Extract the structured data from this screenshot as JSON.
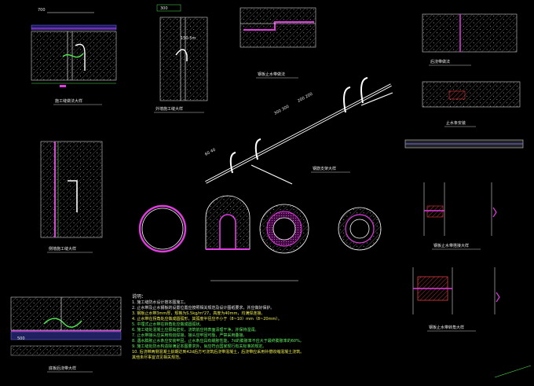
{
  "palette": {
    "background": "#000000",
    "concrete": "#b9b9b9",
    "waterstop": "#e03ce0",
    "rebar": "#e8e8e8",
    "dimension": "#4ee34e",
    "note_white": "#e8e8e8",
    "note_green": "#5ef05e",
    "note_yellow": "#f0f04a",
    "note_cyan": "#7ffbff"
  },
  "dims": {
    "top_label": "700",
    "wb_label": "500",
    "sleeve_label": "150-5m",
    "rail_a": "300 300",
    "rail_b": "200 200",
    "rail_c": "60 40"
  },
  "notes": {
    "heading": "说明：",
    "items": [
      "1.    施工缝防水设计按本图施工。",
      "2.    止水带及止水钢板的设置位置应按照相关规范及设计图纸要求，并应做好保护。",
      "3.    钢板止水带3mm厚，规格为S.5kg/m²27，高度为40mm，均满焊连接。",
      "4.    止水带在拐角处应做成圆弧形，其弧度半径应不小于（8~10）mm（8~20mm）。",
      "5.    中埋式止水带在转角处应做成圆弧状。",
      "6.    施工缝处混凝土应振捣密实，浇筑前应将表面清理干净，并保持湿润。",
      "7.    止水带接头应采用热熔焊接，接头应牢固可靠，严禁采用叠接。",
      "8.    遇水膨胀止水条应安装牢固，止水条应具有缓胀性能，7d的膨胀率不应大于最终膨胀率的60%。",
      "9.    施工缝处防水构造除满足本图要求外，尚应符合国家现行有关标准的规定。",
      "10.  后浇带两侧混凝土龄期达到42d后方可浇筑后浇带混凝土，后浇带应采用补偿收缩混凝土浇筑。",
      "        其他未尽事宜详见相关规范。"
    ]
  }
}
